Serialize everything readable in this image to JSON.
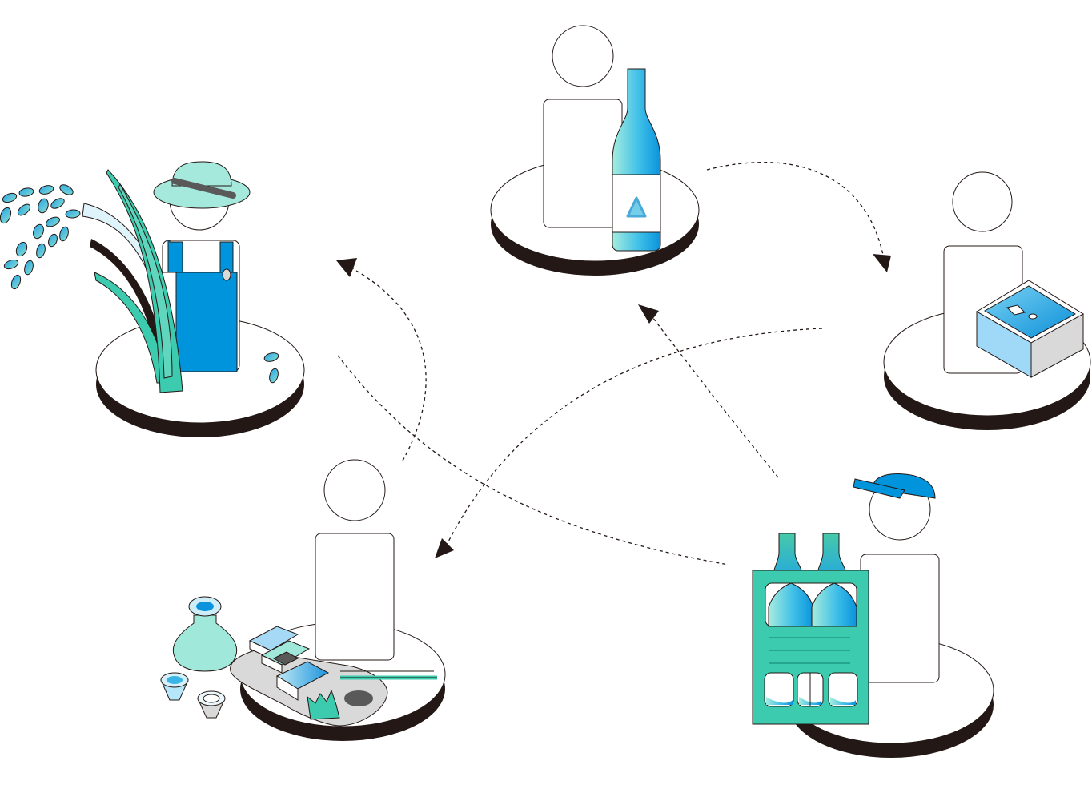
{
  "diagram": {
    "type": "cycle",
    "nodes": [
      {
        "id": "rice-farmer",
        "icon": "rice-farmer-icon"
      },
      {
        "id": "sake-brewer",
        "icon": "sake-bottle-icon"
      },
      {
        "id": "packager",
        "icon": "package-box-icon"
      },
      {
        "id": "distributor",
        "icon": "bottle-carrier-icon"
      },
      {
        "id": "diner",
        "icon": "food-tray-icon"
      }
    ],
    "edges": [
      {
        "from": "sake-brewer",
        "to": "packager"
      },
      {
        "from": "packager",
        "to": "diner"
      },
      {
        "from": "distributor",
        "to": "sake-brewer"
      },
      {
        "from": "distributor",
        "to": "diner"
      },
      {
        "from": "diner",
        "to": "rice-farmer"
      }
    ]
  },
  "colors": {
    "outline": "#231815",
    "platform_shadow": "#231815",
    "teal": "#3ccbae",
    "mint": "#9fe8da",
    "blue": "#0094dd",
    "sky": "#58c7ef",
    "light_blue": "#b6e6f9",
    "gray": "#d9d9d9",
    "dark_gray": "#595959"
  }
}
